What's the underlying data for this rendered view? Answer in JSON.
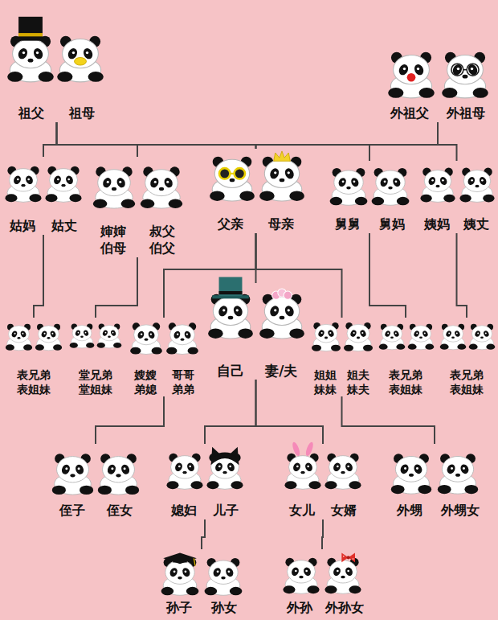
{
  "diagram": {
    "nodes": [
      {
        "text": [
          "祖父",
          "祖母"
        ]
      },
      {
        "text": [
          "外祖父",
          "外祖母"
        ]
      },
      {
        "text": [
          "姑妈",
          "姑丈"
        ]
      },
      {
        "text": [
          "婶婶",
          "叔父",
          "伯母",
          "伯父"
        ]
      },
      {
        "text": [
          "父亲",
          "母亲"
        ]
      },
      {
        "text": [
          "舅舅",
          "舅妈"
        ]
      },
      {
        "text": [
          "姨妈",
          "姨丈"
        ]
      },
      {
        "text": [
          "表兄弟",
          "表姐妹"
        ]
      },
      {
        "text": [
          "堂兄弟",
          "堂姐妹"
        ]
      },
      {
        "text": [
          "嫂嫂",
          "哥哥",
          "弟媳",
          "弟弟"
        ]
      },
      {
        "text": [
          "自己",
          "妻/夫"
        ]
      },
      {
        "text": [
          "姐姐",
          "姐夫",
          "妹妹",
          "妹夫"
        ]
      },
      {
        "text": [
          "表兄弟",
          "表姐妹"
        ]
      },
      {
        "text": [
          "表兄弟",
          "表姐妹"
        ]
      },
      {
        "text": [
          "侄子",
          "侄女"
        ]
      },
      {
        "text": [
          "媳妇",
          "儿子"
        ]
      },
      {
        "text": [
          "女儿",
          "女婿"
        ]
      },
      {
        "text": [
          "外甥",
          "外甥女"
        ]
      },
      {
        "text": [
          "孙子",
          "孙女"
        ]
      },
      {
        "text": [
          "外孙",
          "外孙女"
        ]
      }
    ],
    "edges": [
      {
        "from": 0,
        "to": 2,
        "arrow": "none"
      },
      {
        "from": 0,
        "to": 3,
        "arrow": "none"
      },
      {
        "from": 0,
        "to": 4,
        "arrow": "none"
      },
      {
        "from": 1,
        "to": 4,
        "arrow": "none"
      },
      {
        "from": 1,
        "to": 5,
        "arrow": "none"
      },
      {
        "from": 1,
        "to": 6,
        "arrow": "none"
      },
      {
        "from": 2,
        "to": 7,
        "arrow": "none"
      },
      {
        "from": 3,
        "to": 8,
        "arrow": "none"
      },
      {
        "from": 4,
        "to": 9,
        "arrow": "none"
      },
      {
        "from": 4,
        "to": 10,
        "arrow": "none"
      },
      {
        "from": 4,
        "to": 11,
        "arrow": "none"
      },
      {
        "from": 5,
        "to": 12,
        "arrow": "none"
      },
      {
        "from": 6,
        "to": 13,
        "arrow": "none"
      },
      {
        "from": 9,
        "to": 14,
        "arrow": "none"
      },
      {
        "from": 10,
        "to": 15,
        "arrow": "none"
      },
      {
        "from": 10,
        "to": 16,
        "arrow": "none"
      },
      {
        "from": 11,
        "to": 17,
        "arrow": "none"
      },
      {
        "from": 15,
        "to": 18,
        "arrow": "none"
      },
      {
        "from": 16,
        "to": 19,
        "arrow": "none"
      }
    ]
  }
}
